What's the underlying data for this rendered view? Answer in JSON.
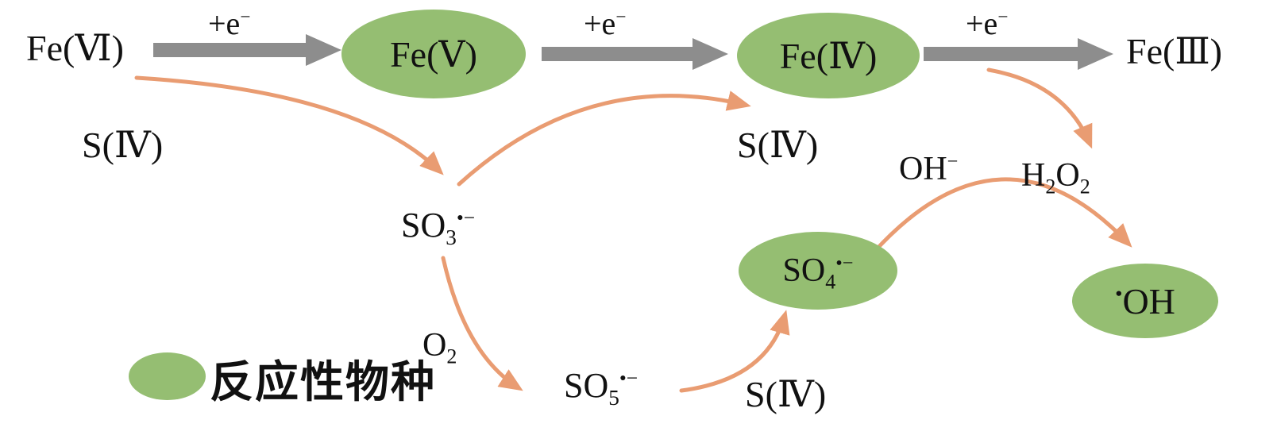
{
  "colors": {
    "background": "#ffffff",
    "node_green": "#95be72",
    "arrow_gray": "#8d8d8d",
    "arrow_orange": "#e99c72",
    "text": "#111111"
  },
  "iron_chain": {
    "fe6": "Fe(Ⅵ)",
    "fe5": "Fe(Ⅴ)",
    "fe4": "Fe(Ⅳ)",
    "fe3": "Fe(Ⅲ)",
    "electron_step_label": "+e^(−)"
  },
  "sulfur_path": {
    "s4_left": "S(Ⅳ)",
    "s4_middle": "S(Ⅳ)",
    "s4_bottom": "S(Ⅳ)",
    "so3_radical": "SO_(3)^(•−)",
    "so5_radical": "SO_(5)^(•−)",
    "so4_radical": "SO_(4)^(•−)",
    "o2": "O_(2)",
    "hydroxide": "OH^(−)",
    "h2o2": "H_(2)O_(2)",
    "oh_radical": "^(•)OH"
  },
  "legend": {
    "label": "反应性物种"
  }
}
